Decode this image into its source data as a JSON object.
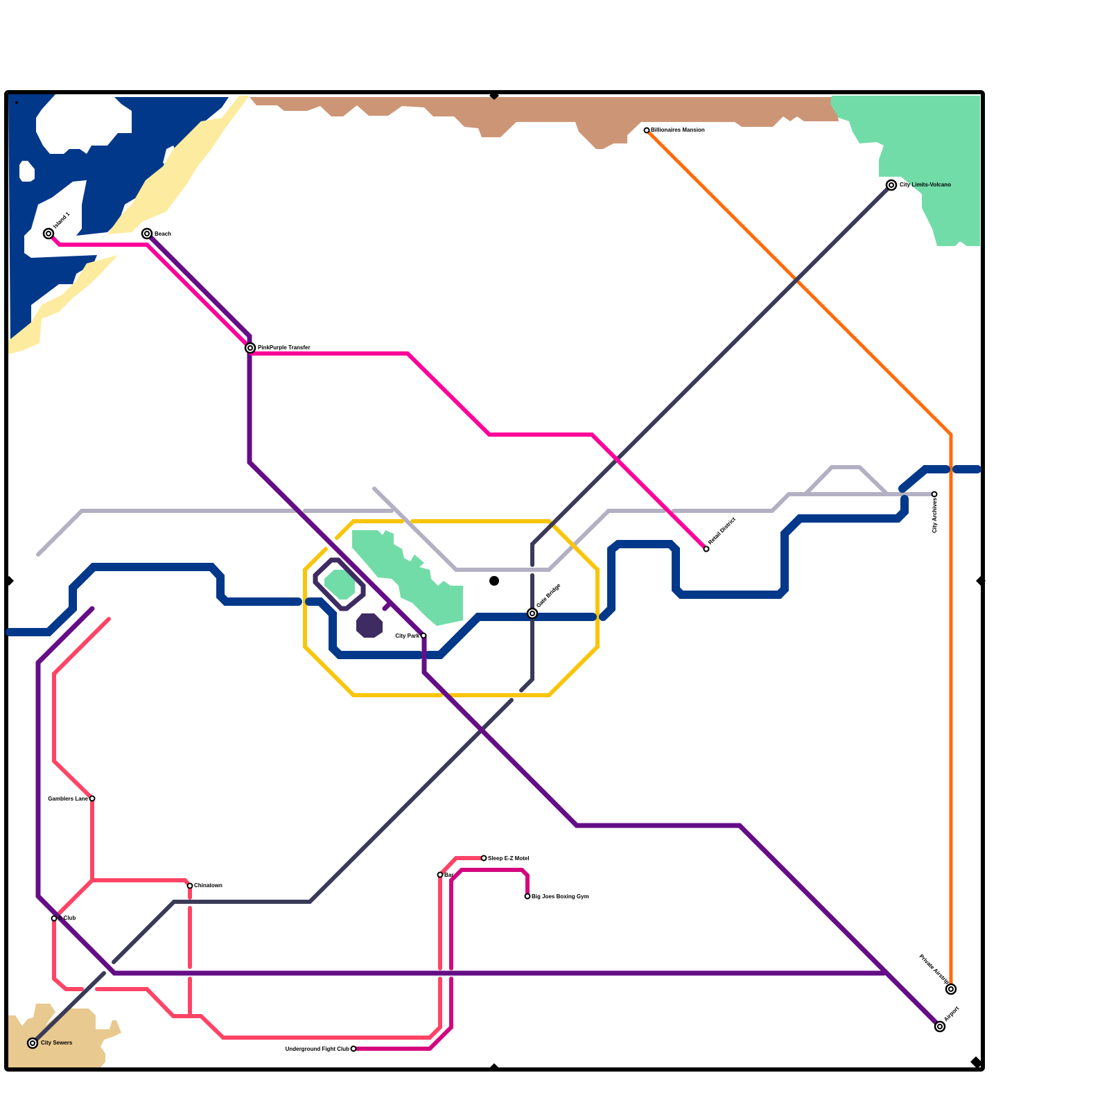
{
  "map": {
    "colors": {
      "water": "#02388a",
      "sand": "#fdeba0",
      "mountains": "#cc9676",
      "forest": "#72dca8",
      "desert": "#e8c990",
      "landmark": "#3d2b61"
    },
    "lines": [
      {
        "id": "pink",
        "color": "#ff0099"
      },
      {
        "id": "purple",
        "color": "#650d87"
      },
      {
        "id": "slate",
        "color": "#3a3a58"
      },
      {
        "id": "gray",
        "color": "#b3b0c4"
      },
      {
        "id": "yellow",
        "color": "#f8c50c"
      },
      {
        "id": "blue",
        "color": "#02388a"
      },
      {
        "id": "orange",
        "color": "#ff6b0a"
      },
      {
        "id": "red",
        "color": "#ff4466"
      },
      {
        "id": "magenta",
        "color": "#d4067e"
      }
    ]
  },
  "stations": [
    {
      "name": "Island 1",
      "type": "interchange"
    },
    {
      "name": "Beach",
      "type": "interchange"
    },
    {
      "name": "PinkPurple Transfer",
      "type": "interchange"
    },
    {
      "name": "Billionaires Mansion",
      "type": "stop"
    },
    {
      "name": "City Limits-Volcano",
      "type": "interchange"
    },
    {
      "name": "Retail District",
      "type": "stop"
    },
    {
      "name": "City Archives",
      "type": "stop"
    },
    {
      "name": "Gate Bridge",
      "type": "interchange"
    },
    {
      "name": "City Park",
      "type": "stop"
    },
    {
      "name": "Gamblers Lane",
      "type": "stop"
    },
    {
      "name": "Chinatown",
      "type": "stop"
    },
    {
      "name": "S Club",
      "type": "stop"
    },
    {
      "name": "Bar",
      "type": "stop"
    },
    {
      "name": "Sleep E-Z Motel",
      "type": "stop"
    },
    {
      "name": "Big Joes Boxing Gym",
      "type": "stop"
    },
    {
      "name": "Underground Fight Club",
      "type": "stop"
    },
    {
      "name": "City Sewers",
      "type": "interchange"
    },
    {
      "name": "Private Airstrip",
      "type": "interchange"
    },
    {
      "name": "Airport",
      "type": "interchange"
    }
  ]
}
